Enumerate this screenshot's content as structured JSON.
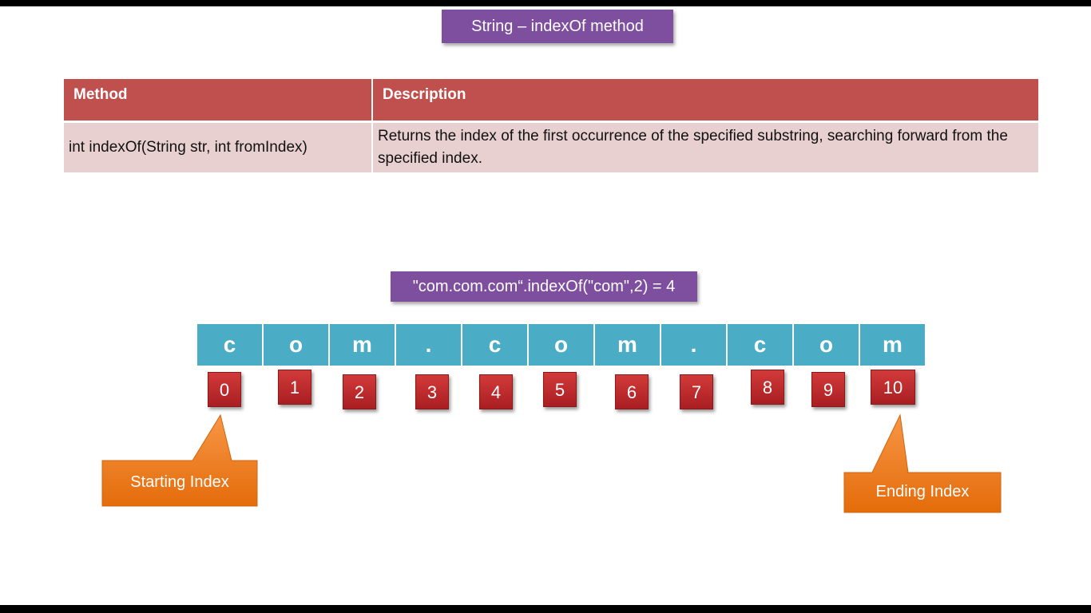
{
  "title": "String – indexOf method",
  "table": {
    "headers": [
      "Method",
      "Description"
    ],
    "rows": [
      {
        "method": "int indexOf(String str, int fromIndex)",
        "description": "Returns the index of the first occurrence of the specified substring, searching forward from the specified index."
      }
    ]
  },
  "example": "\"com.com.com“.indexOf(\"com\",2) = 4",
  "characters": [
    "c",
    "o",
    "m",
    ".",
    "c",
    "o",
    "m",
    ".",
    "c",
    "o",
    "m"
  ],
  "indices": [
    "0",
    "1",
    "2",
    "3",
    "4",
    "5",
    "6",
    "7",
    "8",
    "9",
    "10"
  ],
  "callouts": {
    "start": "Starting Index",
    "end": "Ending Index"
  },
  "colors": {
    "purple": "#7e4f9e",
    "table_header": "#c0504d",
    "table_row": "#e8d0d0",
    "char_cell": "#4bacc6",
    "index_box": "#c0282d",
    "callout": "#e46c0a"
  }
}
